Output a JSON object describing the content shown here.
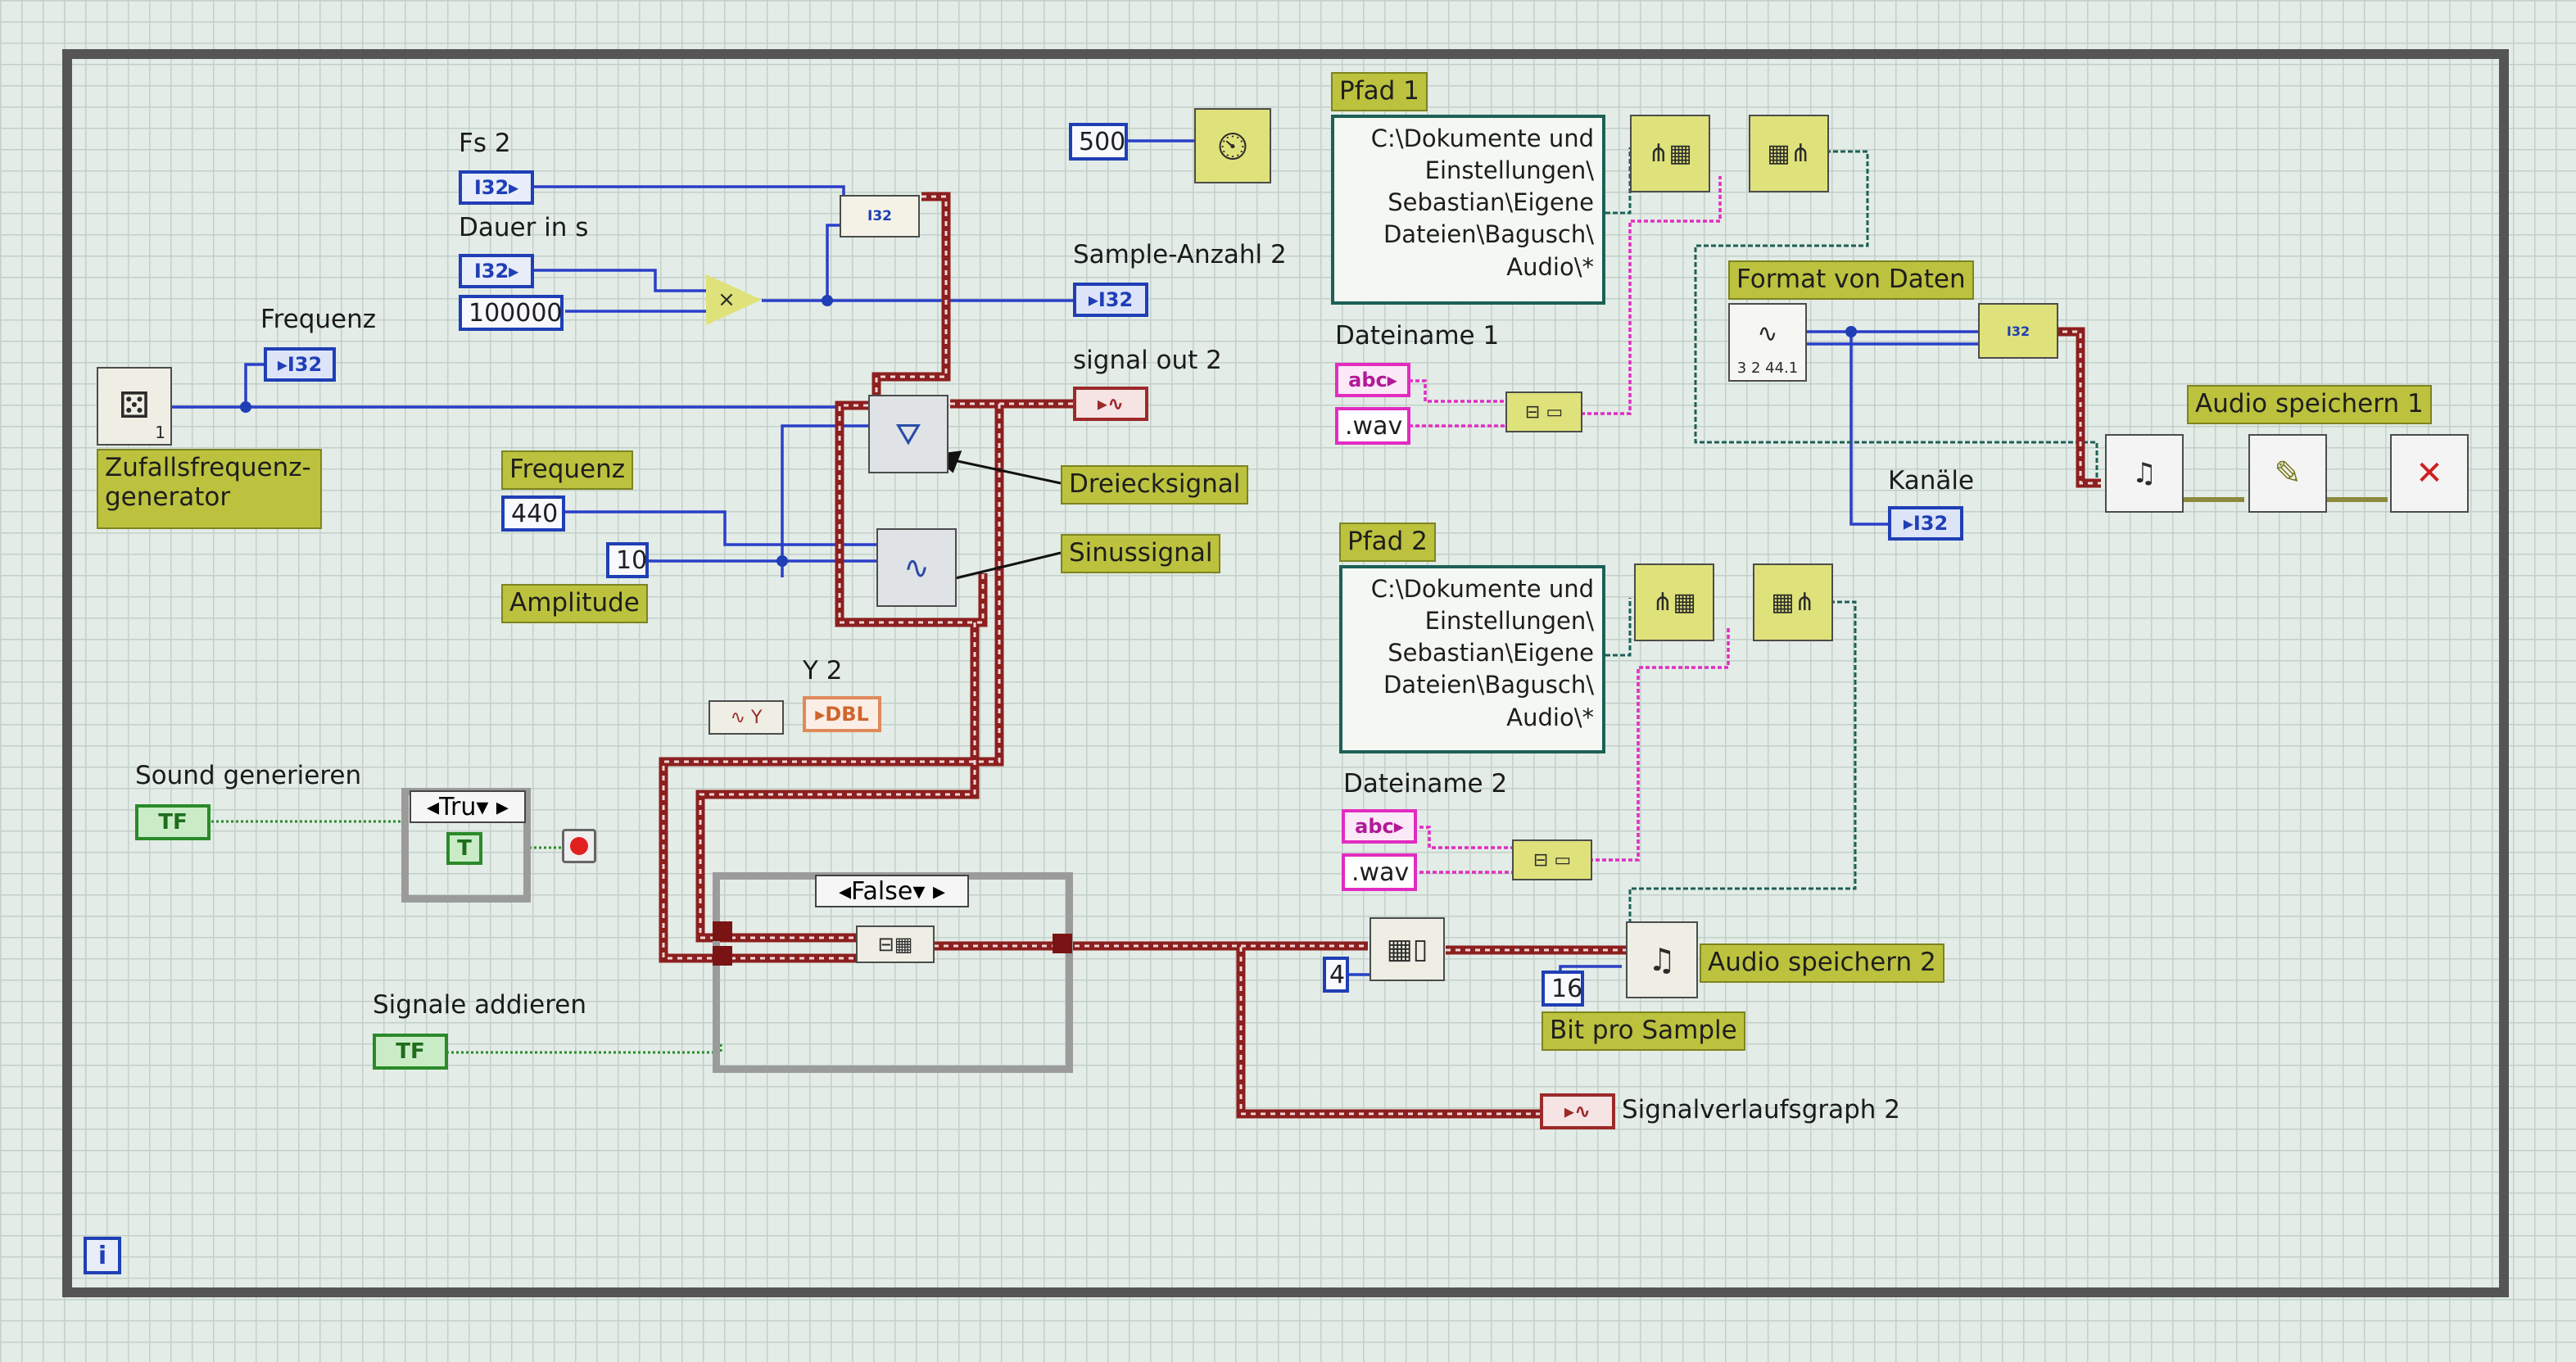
{
  "labels": {
    "fs2": "Fs 2",
    "dauer": "Dauer in s",
    "frequenz_top": "Frequenz",
    "sample_anzahl": "Sample-Anzahl 2",
    "signal_out": "signal out 2",
    "frequenz": "Frequenz",
    "amplitude": "Amplitude",
    "zufall": "Zufallsfrequenz-\ngenerator",
    "dreieck": "Dreiecksignal",
    "sinus": "Sinussignal",
    "y2": "Y 2",
    "sound_gen": "Sound generieren",
    "signale_add": "Signale addieren",
    "pfad1": "Pfad 1",
    "pfad2": "Pfad 2",
    "dateiname1": "Dateiname 1",
    "dateiname2": "Dateiname 2",
    "format": "Format von Daten",
    "kanaele": "Kanäle",
    "audio1": "Audio speichern 1",
    "audio2": "Audio speichern 2",
    "bit_pro_sample": "Bit pro Sample",
    "graph": "Signalverlaufsgraph 2"
  },
  "constants": {
    "c500": "500",
    "c100000": "100000",
    "c440": "440",
    "c10": "10",
    "c4": "4",
    "c16": "16",
    "wav1": ".wav",
    "wav2": ".wav",
    "case_false": "False",
    "case_true": "Tru"
  },
  "terminals": {
    "i32": "I32",
    "dbl": "DBL",
    "tf": "TF",
    "abc": "abc",
    "t": "T",
    "loop_i": "i",
    "zufall_n": "1",
    "fmt_nums": "3  2  44.1"
  },
  "paths": {
    "pfad1": "C:\\Dokumente und\nEinstellungen\\\nSebastian\\Eigene\nDateien\\Bagusch\\\nAudio\\*",
    "pfad2": "C:\\Dokumente und\nEinstellungen\\\nSebastian\\Eigene\nDateien\\Bagusch\\\nAudio\\*"
  },
  "icons": {
    "metronome": "metronome-icon",
    "multiply": "multiply-icon",
    "wave": "waveform-icon",
    "stop": "stop-icon",
    "sound_file": "sound-file-icon",
    "close": "close-icon",
    "pencil": "pencil-icon"
  },
  "colors": {
    "int": "#1f3fb5",
    "str": "#e22cc1",
    "wave": "#9c2a2a",
    "bool": "#2a8a2a",
    "path": "#1d6058",
    "label_bg": "#bcc23e"
  }
}
